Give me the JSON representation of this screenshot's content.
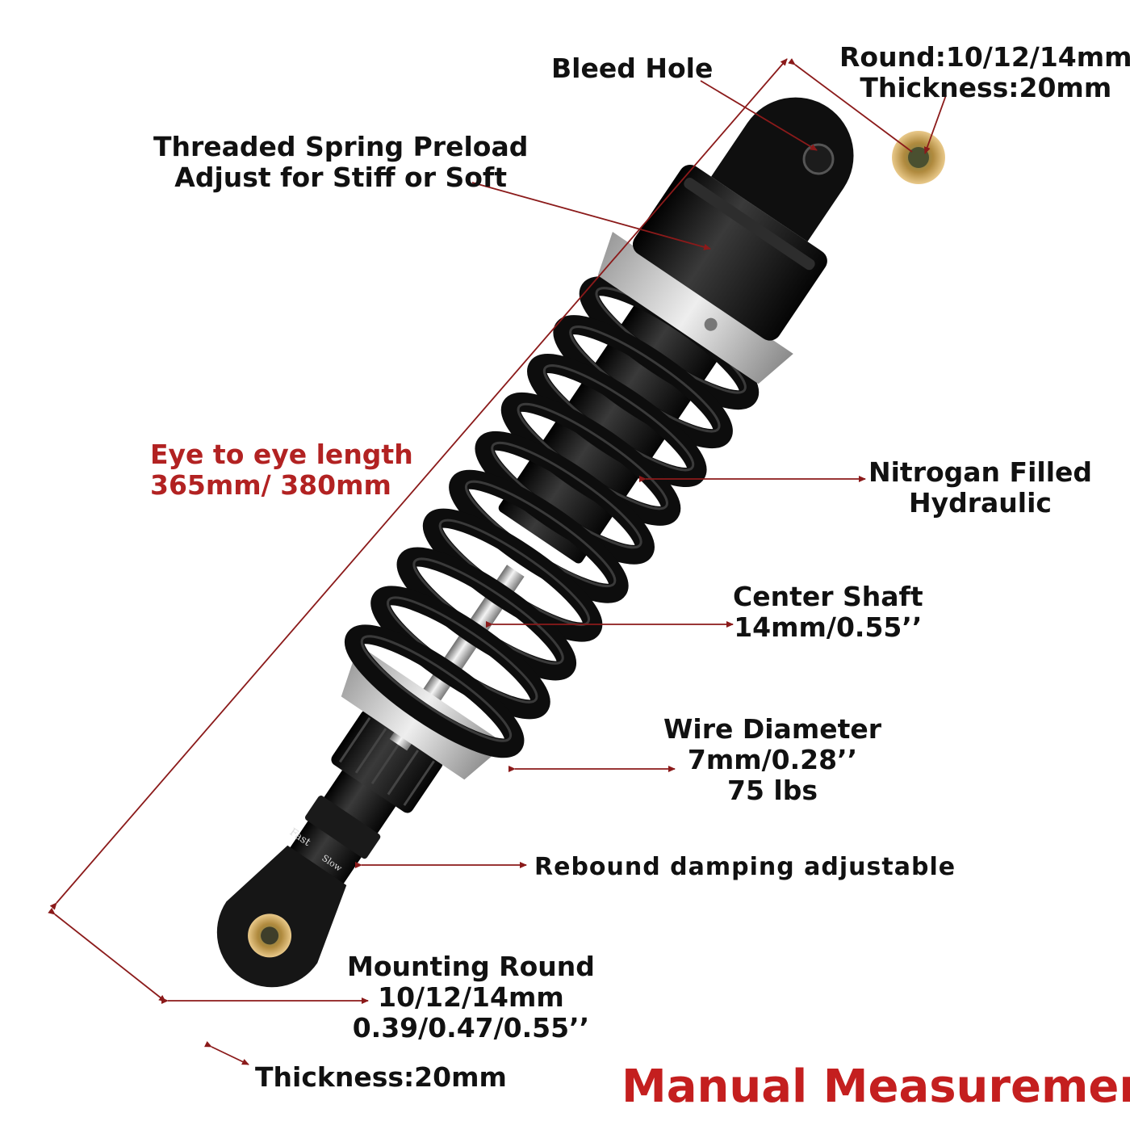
{
  "labels": {
    "bleed_hole": "Bleed Hole",
    "round_top": [
      "Round:10/12/14mm",
      "Thickness:20mm"
    ],
    "preload": [
      "Threaded Spring Preload",
      "Adjust for Stiff or Soft"
    ],
    "eye_length": [
      "Eye to eye length",
      "365mm/ 380mm"
    ],
    "nitrogen": [
      "Nitrogan Filled",
      "Hydraulic"
    ],
    "center_shaft": [
      "Center Shaft",
      "14mm/0.55’’"
    ],
    "wire_diameter": [
      "Wire Diameter",
      "7mm/0.28’’",
      "75 lbs"
    ],
    "rebound": "Rebound damping adjustable",
    "mounting": [
      "Mounting Round",
      "10/12/14mm",
      "0.39/0.47/0.55’’"
    ],
    "thickness_bottom": "Thickness:20mm",
    "manual": "Manual Measurement",
    "adjuster_fast": "Fast",
    "adjuster_slow": "Slow"
  },
  "colors": {
    "arrow": "#8b1a1a",
    "highlight_text": "#b22222",
    "body": "#111111",
    "spring": "#0d0d0d",
    "silver": "#c8c8c8",
    "bushing": "#c9a25a"
  }
}
